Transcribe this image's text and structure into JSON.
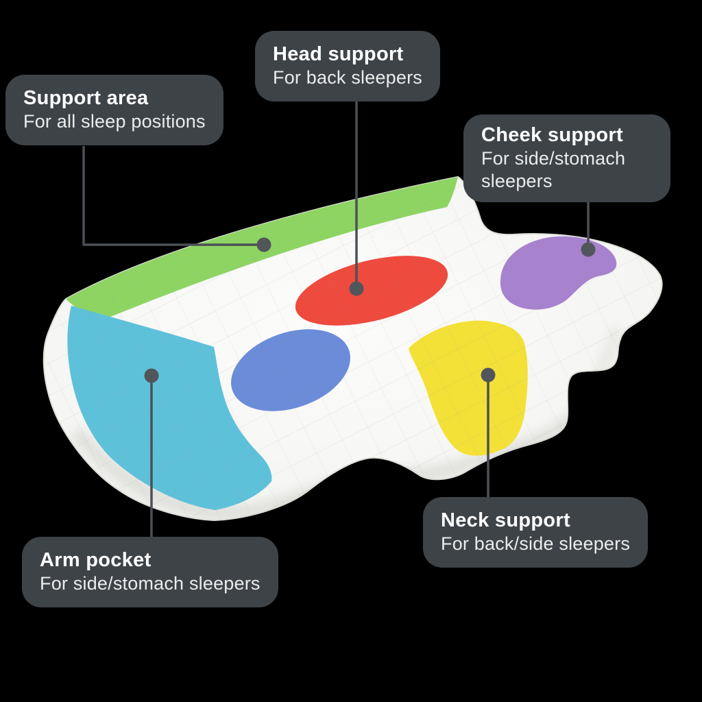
{
  "background_color": "#000000",
  "label_style": {
    "background": "#3e4348",
    "title_color": "#ffffff",
    "subtitle_color": "#ebecec"
  },
  "connector": {
    "line_color": "#4b5054",
    "dot_color": "#51565a"
  },
  "pillow": {
    "base_color": "#f6f6f4",
    "edge_seam_color": "#e0e0db",
    "quilt_line_color": "#90908a"
  },
  "zones": {
    "back_edge_green": "#8ed463",
    "head_red": "#ee4a3e",
    "cheek_purple": "#a782ce",
    "cheek_blue": "#6b8cd9",
    "arm_pocket_cyan": "#5ec1da",
    "neck_yellow": "#f3e138"
  },
  "callouts": [
    {
      "id": "support-area",
      "title": "Support area",
      "subtitle": "For all sleep positions"
    },
    {
      "id": "head-support",
      "title": "Head support",
      "subtitle": "For back sleepers"
    },
    {
      "id": "cheek-support",
      "title": "Cheek support",
      "subtitle": "For side/stomach sleepers"
    },
    {
      "id": "arm-pocket",
      "title": "Arm pocket",
      "subtitle": "For side/stomach sleepers"
    },
    {
      "id": "neck-support",
      "title": "Neck support",
      "subtitle": "For back/side sleepers"
    }
  ]
}
